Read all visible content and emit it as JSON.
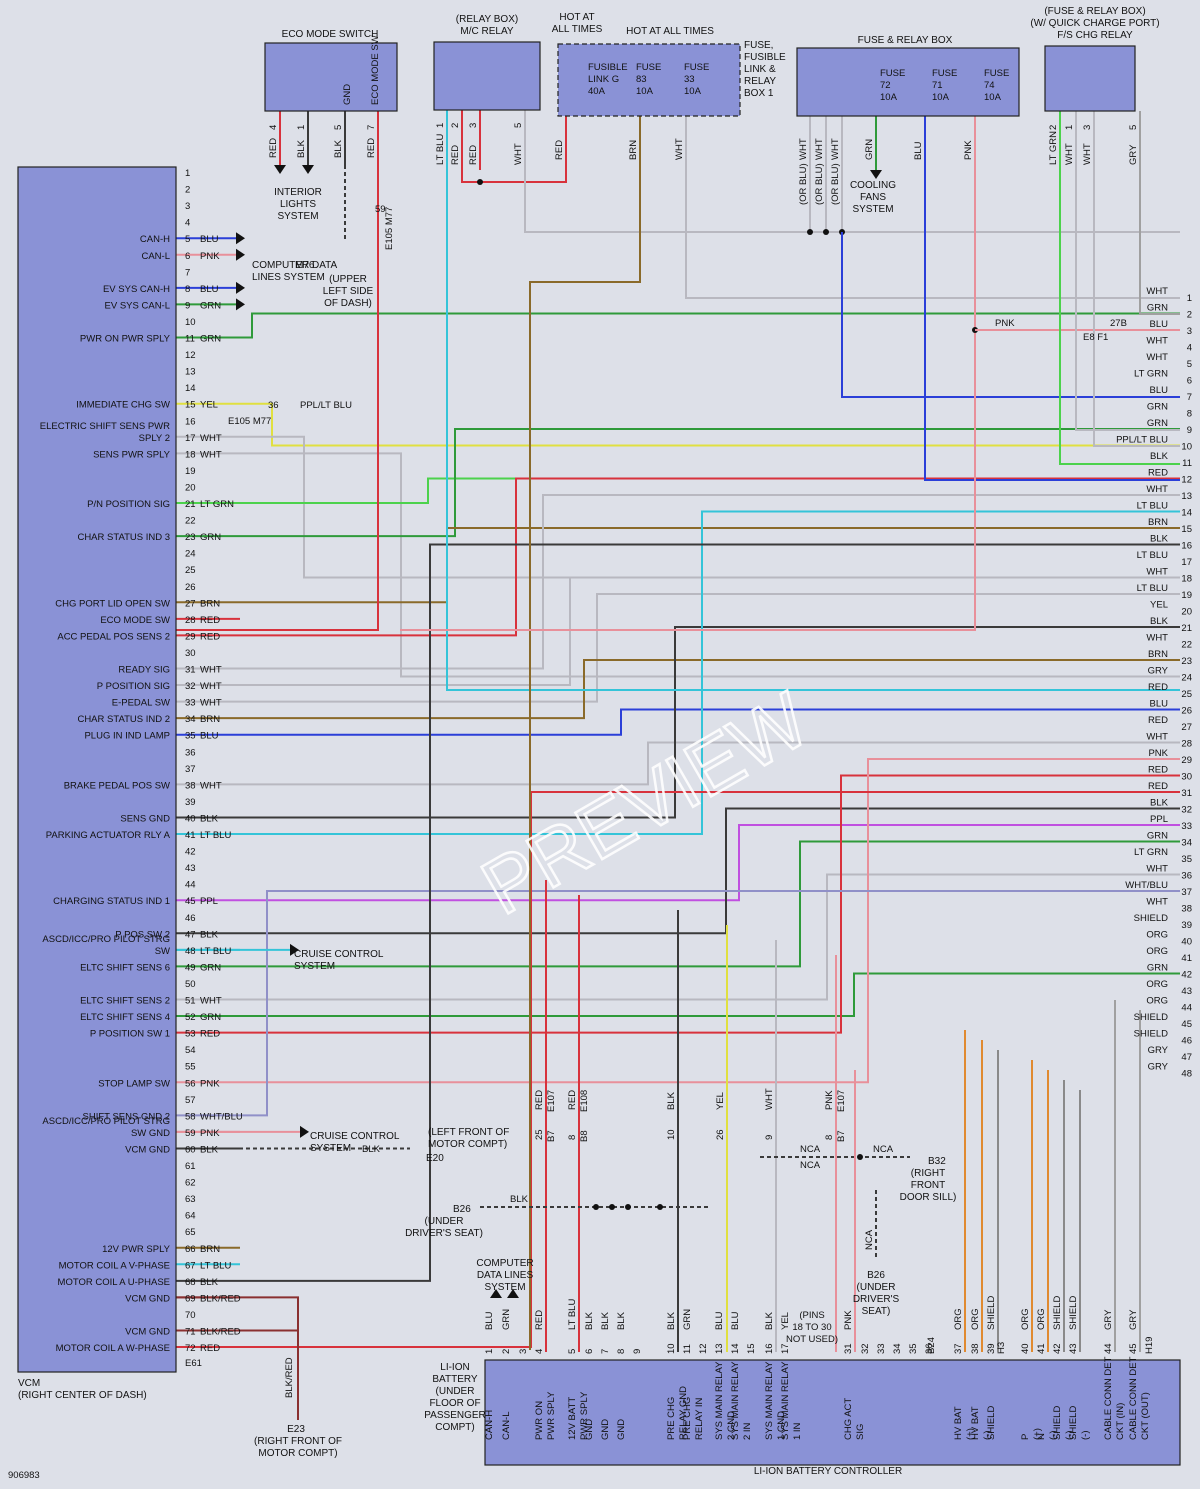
{
  "colors": {
    "RED": "#d8323c",
    "BLK": "#3a3a3a",
    "BLU": "#2b3fd8",
    "PNK": "#e8909a",
    "GRN": "#2f9a3a",
    "LT GRN": "#4cd24c",
    "LT BLU": "#34c4d8",
    "WHT": "#b8b8c0",
    "BRN": "#8a6a2a",
    "YEL": "#e0e040",
    "PPL": "#c050e0",
    "PPL/LT BLU": "#b070e0",
    "GRY": "#a0a0a0",
    "ORG": "#e08a30",
    "SHIELD": "#8a8a8a",
    "WHT/BLU": "#9090c8",
    "BLK/RED": "#8a3030"
  },
  "vcm": {
    "title": "VCM",
    "subtitle": "(RIGHT CENTER OF DASH)",
    "connector": "E61",
    "pins": [
      {
        "n": "1",
        "c": "",
        "s": ""
      },
      {
        "n": "2",
        "c": "",
        "s": ""
      },
      {
        "n": "3",
        "c": "",
        "s": ""
      },
      {
        "n": "4",
        "c": "",
        "s": ""
      },
      {
        "n": "5",
        "c": "BLU",
        "s": "CAN-H"
      },
      {
        "n": "6",
        "c": "PNK",
        "s": "CAN-L"
      },
      {
        "n": "7",
        "c": "",
        "s": ""
      },
      {
        "n": "8",
        "c": "BLU",
        "s": "EV SYS CAN-H"
      },
      {
        "n": "9",
        "c": "GRN",
        "s": "EV SYS CAN-L"
      },
      {
        "n": "10",
        "c": "",
        "s": ""
      },
      {
        "n": "11",
        "c": "GRN",
        "s": "PWR ON PWR SPLY"
      },
      {
        "n": "12",
        "c": "",
        "s": ""
      },
      {
        "n": "13",
        "c": "",
        "s": ""
      },
      {
        "n": "14",
        "c": "",
        "s": ""
      },
      {
        "n": "15",
        "c": "YEL",
        "s": "IMMEDIATE CHG SW"
      },
      {
        "n": "16",
        "c": "",
        "s": ""
      },
      {
        "n": "17",
        "c": "WHT",
        "s": "ELECTRIC SHIFT SENS PWR SPLY 2"
      },
      {
        "n": "18",
        "c": "WHT",
        "s": "SENS PWR SPLY"
      },
      {
        "n": "19",
        "c": "",
        "s": ""
      },
      {
        "n": "20",
        "c": "",
        "s": ""
      },
      {
        "n": "21",
        "c": "LT GRN",
        "s": "P/N POSITION SIG"
      },
      {
        "n": "22",
        "c": "",
        "s": ""
      },
      {
        "n": "23",
        "c": "GRN",
        "s": "CHAR STATUS IND 3"
      },
      {
        "n": "24",
        "c": "",
        "s": ""
      },
      {
        "n": "25",
        "c": "",
        "s": ""
      },
      {
        "n": "26",
        "c": "",
        "s": ""
      },
      {
        "n": "27",
        "c": "BRN",
        "s": "CHG PORT LID OPEN SW"
      },
      {
        "n": "28",
        "c": "RED",
        "s": "ECO MODE SW"
      },
      {
        "n": "29",
        "c": "RED",
        "s": "ACC PEDAL POS SENS 2"
      },
      {
        "n": "30",
        "c": "",
        "s": ""
      },
      {
        "n": "31",
        "c": "WHT",
        "s": "READY SIG"
      },
      {
        "n": "32",
        "c": "WHT",
        "s": "P POSITION SIG"
      },
      {
        "n": "33",
        "c": "WHT",
        "s": "E-PEDAL SW"
      },
      {
        "n": "34",
        "c": "BRN",
        "s": "CHAR STATUS IND 2"
      },
      {
        "n": "35",
        "c": "BLU",
        "s": "PLUG IN IND LAMP"
      },
      {
        "n": "36",
        "c": "",
        "s": ""
      },
      {
        "n": "37",
        "c": "",
        "s": ""
      },
      {
        "n": "38",
        "c": "WHT",
        "s": "BRAKE PEDAL POS SW"
      },
      {
        "n": "39",
        "c": "",
        "s": ""
      },
      {
        "n": "40",
        "c": "BLK",
        "s": "SENS GND"
      },
      {
        "n": "41",
        "c": "LT BLU",
        "s": "PARKING ACTUATOR RLY A"
      },
      {
        "n": "42",
        "c": "",
        "s": ""
      },
      {
        "n": "43",
        "c": "",
        "s": ""
      },
      {
        "n": "44",
        "c": "",
        "s": ""
      },
      {
        "n": "45",
        "c": "PPL",
        "s": "CHARGING STATUS IND 1"
      },
      {
        "n": "46",
        "c": "",
        "s": ""
      },
      {
        "n": "47",
        "c": "BLK",
        "s": "P POS SW 2"
      },
      {
        "n": "48",
        "c": "LT BLU",
        "s": "ASCD/ICC/PRO PILOT STRG SW"
      },
      {
        "n": "49",
        "c": "GRN",
        "s": "ELTC SHIFT SENS 6"
      },
      {
        "n": "50",
        "c": "",
        "s": ""
      },
      {
        "n": "51",
        "c": "WHT",
        "s": "ELTC SHIFT SENS 2"
      },
      {
        "n": "52",
        "c": "GRN",
        "s": "ELTC SHIFT SENS 4"
      },
      {
        "n": "53",
        "c": "RED",
        "s": "P POSITION SW 1"
      },
      {
        "n": "54",
        "c": "",
        "s": ""
      },
      {
        "n": "55",
        "c": "",
        "s": ""
      },
      {
        "n": "56",
        "c": "PNK",
        "s": "STOP LAMP SW"
      },
      {
        "n": "57",
        "c": "",
        "s": ""
      },
      {
        "n": "58",
        "c": "WHT/BLU",
        "s": "SHIFT SENS GND 2"
      },
      {
        "n": "59",
        "c": "PNK",
        "s": "ASCD/ICC/PRO PILOT STRG SW GND"
      },
      {
        "n": "60",
        "c": "BLK",
        "s": "VCM GND"
      },
      {
        "n": "61",
        "c": "",
        "s": ""
      },
      {
        "n": "62",
        "c": "",
        "s": ""
      },
      {
        "n": "63",
        "c": "",
        "s": ""
      },
      {
        "n": "64",
        "c": "",
        "s": ""
      },
      {
        "n": "65",
        "c": "",
        "s": ""
      },
      {
        "n": "66",
        "c": "BRN",
        "s": "12V PWR SPLY"
      },
      {
        "n": "67",
        "c": "LT BLU",
        "s": "MOTOR COIL A V-PHASE"
      },
      {
        "n": "68",
        "c": "BLK",
        "s": "MOTOR COIL A U-PHASE"
      },
      {
        "n": "69",
        "c": "BLK/RED",
        "s": "VCM GND"
      },
      {
        "n": "70",
        "c": "",
        "s": ""
      },
      {
        "n": "71",
        "c": "BLK/RED",
        "s": "VCM GND"
      },
      {
        "n": "72",
        "c": "RED",
        "s": "MOTOR COIL A W-PHASE"
      }
    ]
  },
  "eco_switch": {
    "title": "ECO MODE SWITCH",
    "gnd": "GND",
    "sw": "ECO MODE SW",
    "pins": [
      {
        "n": "4",
        "c": "RED"
      },
      {
        "n": "1",
        "c": "BLK"
      },
      {
        "n": "5",
        "c": "BLK"
      },
      {
        "n": "7",
        "c": "RED"
      }
    ]
  },
  "interior": "INTERIOR LIGHTS SYSTEM",
  "m76": {
    "id": "M76",
    "loc": "(UPPER LEFT SIDE OF DASH)",
    "conn": "59",
    "e": "E105",
    "m": "M77"
  },
  "relay_mc": {
    "title": "(RELAY BOX) M/C RELAY",
    "pins": [
      {
        "n": "1",
        "c": "LT BLU"
      },
      {
        "n": "2",
        "c": "RED"
      },
      {
        "n": "3",
        "c": "RED"
      },
      {
        "n": "5",
        "c": "WHT"
      }
    ]
  },
  "hot1": "HOT AT ALL TIMES",
  "hot2": "HOT AT ALL TIMES",
  "fuse_box1": {
    "title": "FUSE, FUSIBLE LINK & RELAY BOX 1",
    "items": [
      {
        "a": "FUSIBLE",
        "b": "LINK G",
        "v": "40A"
      },
      {
        "a": "FUSE",
        "b": "83",
        "v": "10A"
      },
      {
        "a": "FUSE",
        "b": "33",
        "v": "10A"
      }
    ],
    "wires": [
      "RED",
      "BRN",
      "WHT"
    ]
  },
  "fuse_box2": {
    "title": "FUSE & RELAY BOX",
    "items": [
      {
        "a": "FUSE",
        "b": "72",
        "v": "10A"
      },
      {
        "a": "FUSE",
        "b": "71",
        "v": "10A"
      },
      {
        "a": "FUSE",
        "b": "74",
        "v": "10A"
      }
    ],
    "wires": [
      "WHT",
      "WHT",
      "WHT",
      "GRN",
      "BLU",
      "PNK"
    ],
    "orblu": "(OR BLU)"
  },
  "cooling": "COOLING FANS SYSTEM",
  "qc_relay": {
    "title": "(FUSE & RELAY BOX) (W/ QUICK CHARGE PORT) F/S CHG RELAY",
    "pins": [
      {
        "n": "2",
        "c": "LT GRN"
      },
      {
        "n": "1",
        "c": "WHT"
      },
      {
        "n": "3",
        "c": "WHT"
      },
      {
        "n": "5",
        "c": "GRY"
      }
    ]
  },
  "comp_data": "COMPUTER DATA LINES SYSTEM",
  "cruise": "CRUISE CONTROL SYSTEM",
  "cruise_blk": "BLK",
  "left_front": "(LEFT FRONT OF MOTOR COMPT)",
  "e20": "E20",
  "e23": {
    "id": "E23",
    "loc": "(RIGHT FRONT OF MOTOR COMPT)",
    "c": "BLK/RED"
  },
  "b26a": {
    "id": "B26",
    "loc": "(UNDER DRIVER'S SEAT)",
    "c": "BLK"
  },
  "b26b": {
    "id": "B26",
    "loc": "(UNDER DRIVER'S SEAT)"
  },
  "b32": {
    "id": "B32",
    "loc": "(RIGHT FRONT DOOR SILL)"
  },
  "nca": "NCA",
  "e8": {
    "e": "E8",
    "f": "F1",
    "n": "27B"
  },
  "e105_16": {
    "n": "36",
    "e": "E105",
    "m": "M77",
    "c": "PPL/LT BLU"
  },
  "right_side": [
    {
      "n": "1",
      "c": "WHT"
    },
    {
      "n": "2",
      "c": "GRN"
    },
    {
      "n": "3",
      "c": "BLU"
    },
    {
      "n": "4",
      "c": "WHT"
    },
    {
      "n": "5",
      "c": "WHT"
    },
    {
      "n": "6",
      "c": "LT GRN"
    },
    {
      "n": "7",
      "c": "BLU"
    },
    {
      "n": "8",
      "c": "GRN"
    },
    {
      "n": "9",
      "c": "GRN"
    },
    {
      "n": "10",
      "c": "PPL/LT BLU"
    },
    {
      "n": "11",
      "c": "BLK"
    },
    {
      "n": "12",
      "c": "RED"
    },
    {
      "n": "13",
      "c": "WHT"
    },
    {
      "n": "14",
      "c": "LT BLU"
    },
    {
      "n": "15",
      "c": "BRN"
    },
    {
      "n": "16",
      "c": "BLK"
    },
    {
      "n": "17",
      "c": "LT BLU"
    },
    {
      "n": "18",
      "c": "WHT"
    },
    {
      "n": "19",
      "c": "LT BLU"
    },
    {
      "n": "20",
      "c": "YEL"
    },
    {
      "n": "21",
      "c": "BLK"
    },
    {
      "n": "22",
      "c": "WHT"
    },
    {
      "n": "23",
      "c": "BRN"
    },
    {
      "n": "24",
      "c": "GRY"
    },
    {
      "n": "25",
      "c": "RED"
    },
    {
      "n": "26",
      "c": "BLU"
    },
    {
      "n": "27",
      "c": "RED"
    },
    {
      "n": "28",
      "c": "WHT"
    },
    {
      "n": "29",
      "c": "PNK"
    },
    {
      "n": "30",
      "c": "RED"
    },
    {
      "n": "31",
      "c": "RED"
    },
    {
      "n": "32",
      "c": "BLK"
    },
    {
      "n": "33",
      "c": "PPL"
    },
    {
      "n": "34",
      "c": "GRN"
    },
    {
      "n": "35",
      "c": "LT GRN"
    },
    {
      "n": "36",
      "c": "WHT"
    },
    {
      "n": "37",
      "c": "WHT/BLU"
    },
    {
      "n": "38",
      "c": "WHT"
    },
    {
      "n": "39",
      "c": "SHIELD"
    },
    {
      "n": "40",
      "c": "ORG"
    },
    {
      "n": "41",
      "c": "ORG"
    },
    {
      "n": "42",
      "c": "GRN"
    },
    {
      "n": "43",
      "c": "ORG"
    },
    {
      "n": "44",
      "c": "ORG"
    },
    {
      "n": "45",
      "c": "SHIELD"
    },
    {
      "n": "46",
      "c": "SHIELD"
    },
    {
      "n": "47",
      "c": "GRY"
    },
    {
      "n": "48",
      "c": "GRY"
    }
  ],
  "mid_wires": [
    {
      "c": "RED",
      "n": "25",
      "conn": "B7",
      "e": "E107"
    },
    {
      "c": "RED",
      "n": "8",
      "conn": "B8",
      "e": "E108"
    },
    {
      "c": "BLK",
      "n": "10"
    },
    {
      "c": "YEL",
      "n": "26"
    },
    {
      "c": "WHT",
      "n": "9"
    },
    {
      "c": "PNK",
      "n": "8",
      "conn": "B7",
      "e": "E107"
    }
  ],
  "battery": {
    "title": "LI-ION BATTERY CONTROLLER",
    "side": "LI-ION BATTERY (UNDER FLOOR OF PASSENGER COMPT)",
    "pins_not_used": "(PINS 18 TO 30 NOT USED)",
    "conn_left": "B24",
    "conn_right": "H3",
    "conn_h19": "H19",
    "pins": [
      {
        "n": "1",
        "c": "BLU",
        "s": "CAN-H"
      },
      {
        "n": "2",
        "c": "GRN",
        "s": "CAN-L"
      },
      {
        "n": "3",
        "c": "",
        "s": ""
      },
      {
        "n": "4",
        "c": "RED",
        "s": "PWR ON PWR SPLY"
      },
      {
        "n": "5",
        "c": "LT BLU",
        "s": "12V BATT PWR SPLY"
      },
      {
        "n": "6",
        "c": "BLK",
        "s": "GND"
      },
      {
        "n": "7",
        "c": "BLK",
        "s": "GND"
      },
      {
        "n": "8",
        "c": "BLK",
        "s": "GND"
      },
      {
        "n": "9",
        "c": "",
        "s": ""
      },
      {
        "n": "10",
        "c": "BLK",
        "s": "PRE CHG RELAY GND"
      },
      {
        "n": "11",
        "c": "GRN",
        "s": "PRE CHG RELAY IN"
      },
      {
        "n": "12",
        "c": "",
        "s": ""
      },
      {
        "n": "13",
        "c": "BLU",
        "s": "SYS MAIN RELAY 2 GND"
      },
      {
        "n": "14",
        "c": "BLU",
        "s": "SYS MAIN RELAY 2 IN"
      },
      {
        "n": "15",
        "c": "",
        "s": ""
      },
      {
        "n": "16",
        "c": "BLK",
        "s": "SYS MAIN RELAY 1 GND"
      },
      {
        "n": "17",
        "c": "YEL",
        "s": "SYS MAIN RELAY 1 IN"
      },
      {
        "n": "31",
        "c": "PNK",
        "s": "CHG ACT SIG"
      },
      {
        "n": "32",
        "c": "",
        "s": ""
      },
      {
        "n": "33",
        "c": "",
        "s": ""
      },
      {
        "n": "34",
        "c": "",
        "s": ""
      },
      {
        "n": "35",
        "c": "",
        "s": ""
      },
      {
        "n": "36",
        "c": "",
        "s": ""
      },
      {
        "n": "37",
        "c": "ORG",
        "s": "HV BAT (+)"
      },
      {
        "n": "38",
        "c": "ORG",
        "s": "HV BAT (-)"
      },
      {
        "n": "39",
        "c": "SHIELD",
        "s": "SHIELD"
      },
      {
        "n": "40",
        "c": "ORG",
        "s": "P (+)"
      },
      {
        "n": "41",
        "c": "ORG",
        "s": "N (-)"
      },
      {
        "n": "42",
        "c": "SHIELD",
        "s": "SHIELD (-)"
      },
      {
        "n": "43",
        "c": "SHIELD",
        "s": "SHIELD (-)"
      },
      {
        "n": "44",
        "c": "GRY",
        "s": "CABLE CONN DET CKT (IN)"
      },
      {
        "n": "45",
        "c": "GRY",
        "s": "CABLE CONN DET CKT (OUT)"
      }
    ]
  },
  "fig_id": "906983",
  "watermark": "PREVIEW"
}
